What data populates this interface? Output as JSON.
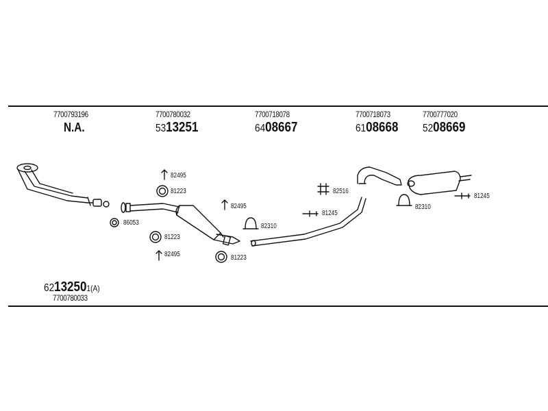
{
  "header_parts": [
    {
      "oe": "7700793196",
      "prefix": "",
      "main": "N.A."
    },
    {
      "oe": "7700780032",
      "prefix": "53",
      "main": "13251"
    },
    {
      "oe": "7700718078",
      "prefix": "64",
      "main": "08667"
    },
    {
      "oe": "7700718073",
      "prefix": "61",
      "main": "08668"
    },
    {
      "oe": "7700777020",
      "prefix": "52",
      "main": "08669"
    }
  ],
  "footer_part": {
    "prefix": "62",
    "main": "13250",
    "suffix": "1(A)",
    "oe": "7700780033"
  },
  "labels": {
    "l1": "82495",
    "l2": "81223",
    "l3": "86053",
    "l4": "81223",
    "l5": "82495",
    "l6": "82495",
    "l7": "82310",
    "l8": "81223",
    "l9": "82516",
    "l10": "81245",
    "l11": "82310",
    "l12": "81245"
  }
}
